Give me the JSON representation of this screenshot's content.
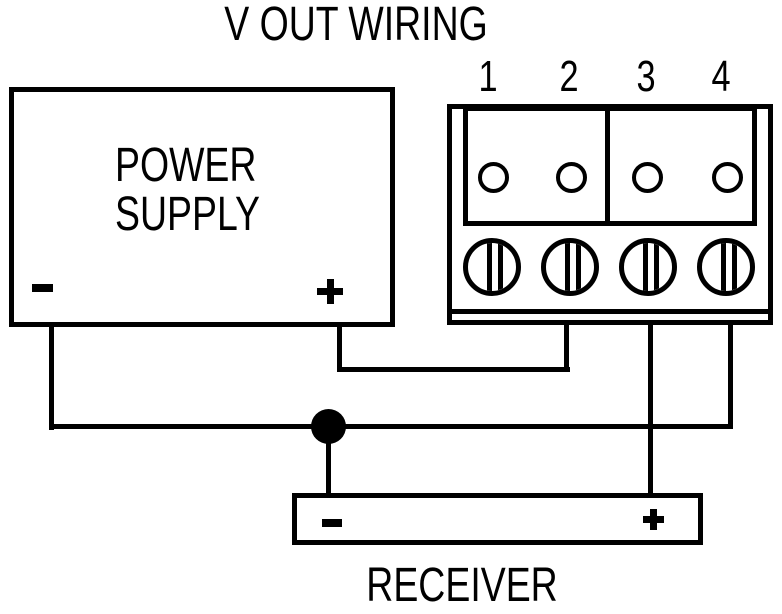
{
  "title": "V OUT WIRING",
  "power_supply": {
    "label_lines": [
      "POWER",
      "SUPPLY"
    ],
    "negative_terminal": "-",
    "positive_terminal": "+"
  },
  "terminal_block": {
    "terminal_numbers": [
      "1",
      "2",
      "3",
      "4"
    ]
  },
  "receiver": {
    "label": "RECEIVER",
    "negative_terminal": "-",
    "positive_terminal": "+"
  },
  "colors": {
    "line": "#000000",
    "background": "#ffffff"
  }
}
